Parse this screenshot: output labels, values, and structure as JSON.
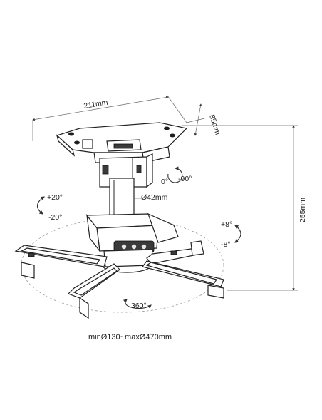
{
  "labels": {
    "width_211": "211mm",
    "depth_85": "85mm",
    "height_255": "255mm",
    "tube_42": "Ø42mm",
    "rot_0": "0°",
    "rot_minus90": "-90°",
    "tilt_plus20": "+20°",
    "tilt_minus20": "-20°",
    "swivel_plus8": "+8°",
    "swivel_minus8": "-8°",
    "rotate_360": "360°",
    "range_min_max": "minØ130~maxØ470mm"
  }
}
